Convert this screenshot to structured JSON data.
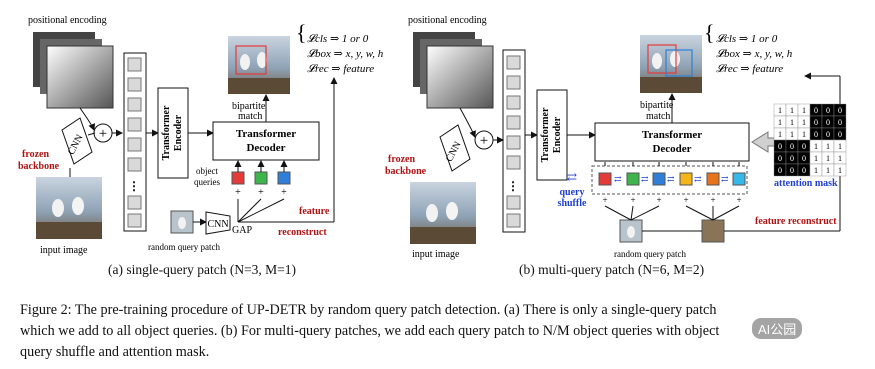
{
  "panel_a": {
    "positional_encoding": "positional encoding",
    "cnn": "CNN",
    "frozen_backbone": [
      "frozen",
      "backbone"
    ],
    "input_image": "input image",
    "plus": "+",
    "encoder": [
      "Transformer",
      "Encoder"
    ],
    "decoder": [
      "Transformer",
      "Decoder"
    ],
    "bipartite_match": [
      "bipartite",
      "match"
    ],
    "object_queries": [
      "object",
      "queries"
    ],
    "query_plus": "+",
    "cnn_small": "CNN",
    "gap": "GAP",
    "random_query_patch": "random query patch",
    "feature_reconstruct": [
      "feature",
      "reconstruct"
    ],
    "loss_cls": "𝓛cls ⇒ 1 or 0",
    "loss_box": "𝓛box ⇒ x, y, w, h",
    "loss_rec": "𝓛rec ⇒ feature",
    "caption": "(a) single-query patch (N=3, M=1)"
  },
  "panel_b": {
    "positional_encoding": "positional encoding",
    "cnn": "CNN",
    "frozen_backbone": [
      "frozen",
      "backbone"
    ],
    "input_image": "input image",
    "plus": "+",
    "encoder": [
      "Transformer",
      "Encoder"
    ],
    "decoder": [
      "Transformer",
      "Decoder"
    ],
    "bipartite_match": [
      "bipartite",
      "match"
    ],
    "query_shuffle": [
      "query",
      "shuffle"
    ],
    "random_query_patch": "random query patch",
    "feature_reconstruct": "feature reconstruct",
    "attention_mask": "attention mask",
    "mask_rows": [
      "111000",
      "111000",
      "111000",
      "000111",
      "000111",
      "000111"
    ],
    "loss_cls": "𝓛cls ⇒ 1 or 0",
    "loss_box": "𝓛box ⇒ x, y, w, h",
    "loss_rec": "𝓛rec ⇒ feature",
    "caption": "(b) multi-query patch (N=6, M=2)"
  },
  "caption": {
    "line1": "Figure 2: The pre-training procedure of UP-DETR by random query patch detection. (a) There is only a single-query patch",
    "line2": "which we add to all object queries. (b) For multi-query patches, we add each query patch to N/M object queries with object",
    "line3": "query shuffle and attention mask."
  },
  "watermark": "AI公园",
  "colors": {
    "red": "#e53a3a",
    "green": "#3db54a",
    "blue": "#2f7fd8",
    "yellow": "#f2b51a",
    "orange": "#e6741c",
    "cyan": "#37b8e8",
    "dark_red": "#b01212",
    "mask_blue": "#1f3fd0"
  }
}
